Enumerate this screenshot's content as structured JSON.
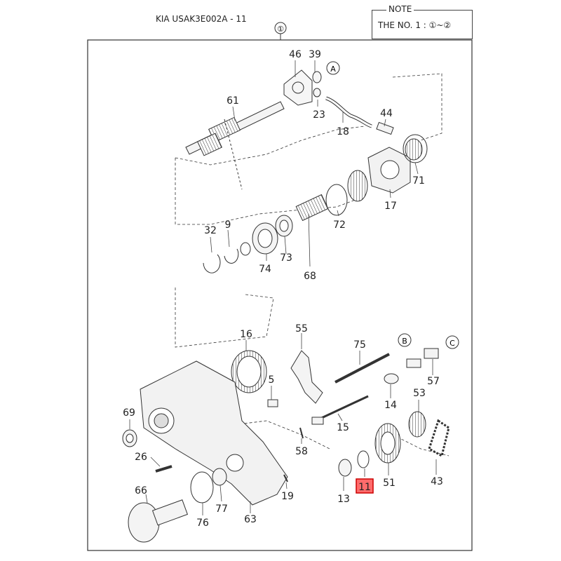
{
  "header": {
    "code": "KIA USAK3E002A - 11"
  },
  "note": {
    "title": "NOTE",
    "text": "THE NO. 1 : ①~②"
  },
  "assembly_marker": "①",
  "refs": {
    "A": "A",
    "B": "B",
    "C": "C"
  },
  "highlight_part": "11",
  "parts": {
    "p46": "46",
    "p39": "39",
    "p61": "61",
    "p23": "23",
    "p44": "44",
    "p18": "18",
    "p71": "71",
    "p17": "17",
    "p72": "72",
    "p32": "32",
    "p9": "9",
    "p74": "74",
    "p73": "73",
    "p68": "68",
    "p16": "16",
    "p55": "55",
    "p75": "75",
    "p57": "57",
    "p5": "5",
    "p69": "69",
    "p53": "53",
    "p14": "14",
    "p15": "15",
    "p58": "58",
    "p26": "26",
    "p11": "11",
    "p51": "51",
    "p43": "43",
    "p66": "66",
    "p77": "77",
    "p19": "19",
    "p13": "13",
    "p76": "76",
    "p63": "63"
  },
  "colors": {
    "line": "#333333",
    "highlight": "#ff6b6b"
  }
}
